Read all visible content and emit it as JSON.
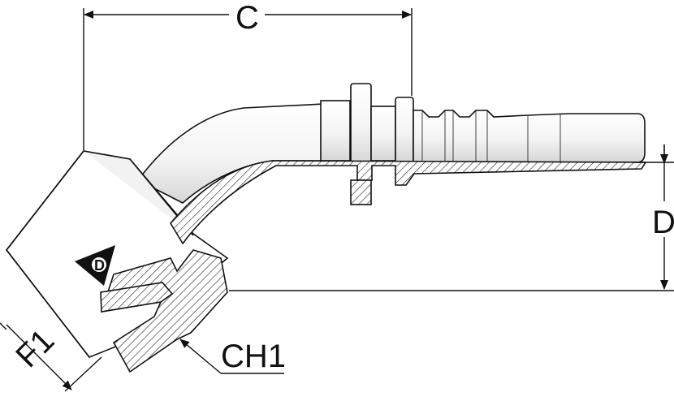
{
  "dimensions": {
    "c_label": "C",
    "d_label": "D",
    "f1_label": "F1",
    "ch1_label": "CH1"
  },
  "logo": {
    "name": "dunlop-flying-d-logo",
    "letter": "D"
  },
  "colors": {
    "line": "#111111",
    "body_fill": "#ffffff",
    "shade": "#d9d9d9",
    "hatch": "#222222"
  }
}
